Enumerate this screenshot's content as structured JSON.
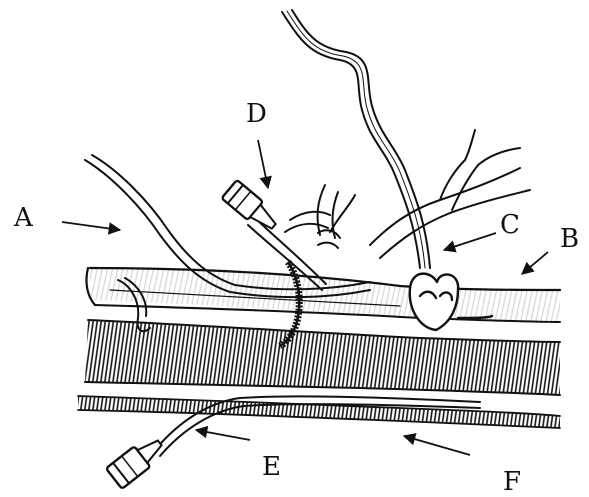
{
  "labels": {
    "A": "A",
    "B": "B",
    "C": "C",
    "D": "D",
    "E": "E",
    "F": "F"
  },
  "colors": {
    "ink": "#111111",
    "background": "#ffffff"
  }
}
